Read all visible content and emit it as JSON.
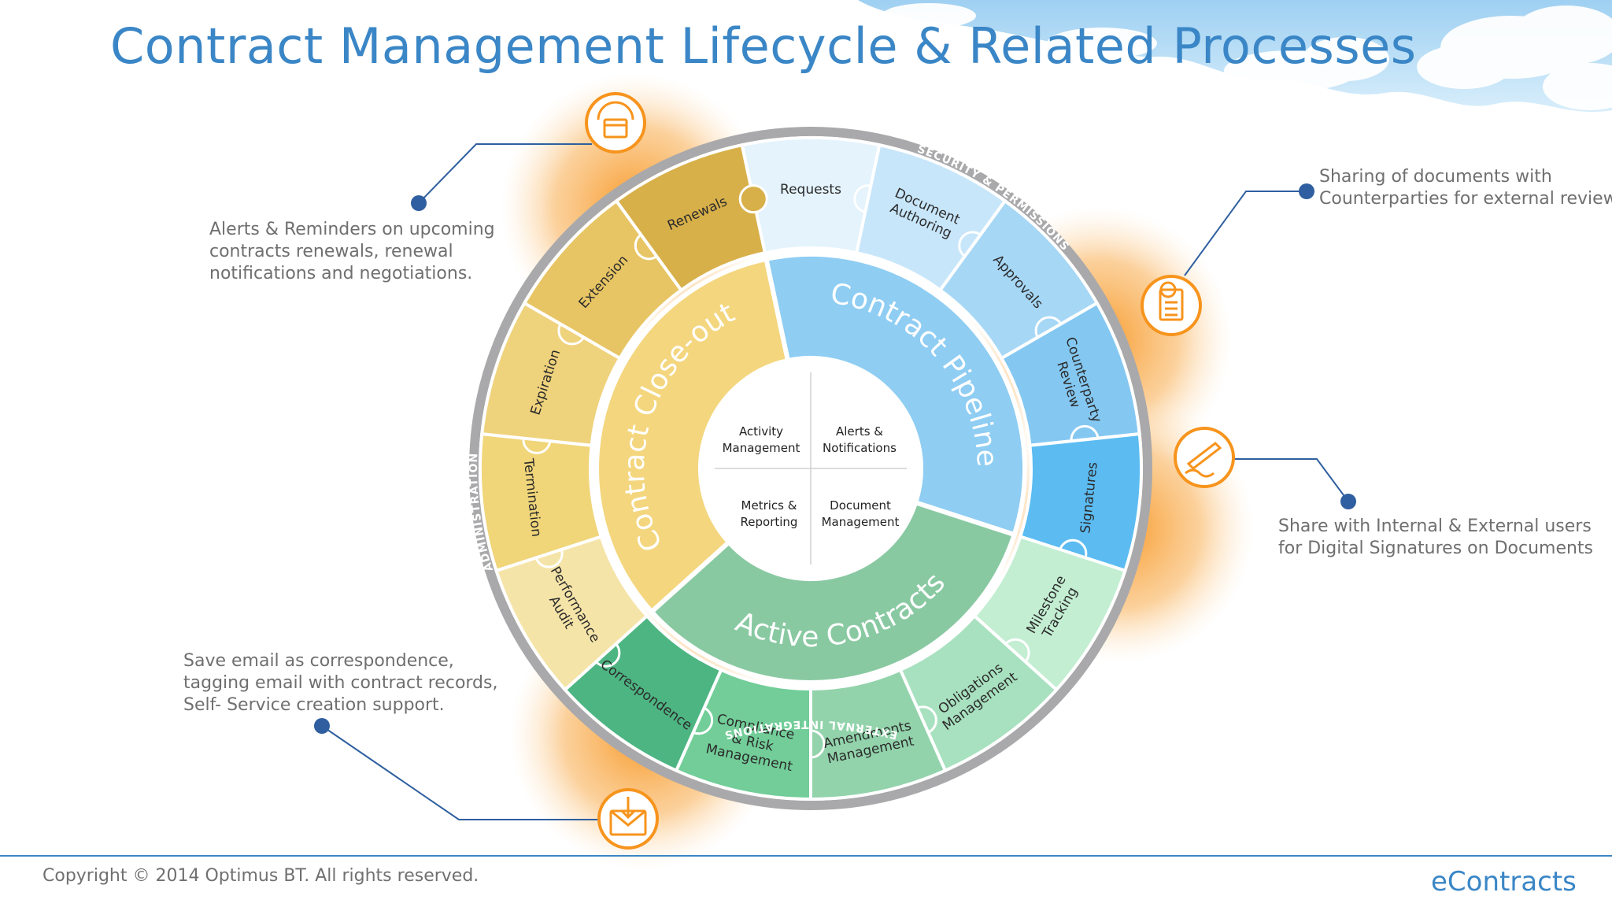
{
  "title": "Contract Management Lifecycle & Related Processes",
  "ring_labels": {
    "top": "SECURITY & PERMISSIONS",
    "left": "ADMINISTRATION",
    "bottom": "EXTERNAL INTEGRATIONS"
  },
  "stages": {
    "pipeline": "Contract Pipeline",
    "active": "Active Contracts",
    "closeout": "Contract Close-out"
  },
  "center": [
    {
      "lines": [
        "Activity",
        "Management"
      ]
    },
    {
      "lines": [
        "Alerts &",
        "Notifications"
      ]
    },
    {
      "lines": [
        "Metrics &",
        "Reporting"
      ]
    },
    {
      "lines": [
        "Document",
        "Management"
      ]
    }
  ],
  "outer_segments": [
    {
      "lines": [
        "Requests"
      ],
      "color": "#e4f3fc"
    },
    {
      "lines": [
        "Document",
        "Authoring"
      ],
      "color": "#c8e6fa"
    },
    {
      "lines": [
        "Approvals"
      ],
      "color": "#a6d7f5"
    },
    {
      "lines": [
        "Counterparty",
        "Review"
      ],
      "color": "#84c8f2"
    },
    {
      "lines": [
        "Signatures"
      ],
      "color": "#5cbcf2"
    },
    {
      "lines": [
        "Milestone",
        "Tracking"
      ],
      "color": "#c3eed2"
    },
    {
      "lines": [
        "Obligations",
        "Management"
      ],
      "color": "#a8e1bf"
    },
    {
      "lines": [
        "Amendments",
        "Management"
      ],
      "color": "#92d3ab"
    },
    {
      "lines": [
        "Compliance",
        "& Risk",
        "Management"
      ],
      "color": "#72cd98"
    },
    {
      "lines": [
        "Correspondence"
      ],
      "color": "#4db582"
    },
    {
      "lines": [
        "Performance",
        "Audit"
      ],
      "color": "#f5e4a8"
    },
    {
      "lines": [
        "Termination"
      ],
      "color": "#f0d579"
    },
    {
      "lines": [
        "Expiration"
      ],
      "color": "#efd27c"
    },
    {
      "lines": [
        "Extension"
      ],
      "color": "#e8c564"
    },
    {
      "lines": [
        "Renewals"
      ],
      "color": "#d8b04a"
    }
  ],
  "callouts": {
    "alerts": [
      "Alerts & Reminders on upcoming",
      "contracts renewals, renewal",
      "notifications and negotiations."
    ],
    "sharing": [
      "Sharing of documents with",
      "Counterparties for external review"
    ],
    "signatures": [
      "Share with Internal & External users",
      "for Digital Signatures on Documents"
    ],
    "email": [
      "Save email as correspondence,",
      "tagging email with contract records,",
      "Self- Service creation support."
    ]
  },
  "icons": [
    "calendar-clock-icon",
    "document-search-icon",
    "signature-pen-icon",
    "email-download-icon"
  ],
  "colors": {
    "title": "#3a86c6",
    "orange": "#f7941d",
    "pipeline": "#8fcdf3",
    "active": "#89c9a2",
    "closeout": "#f4d67e",
    "ring": "#a9a9ab"
  },
  "footer": {
    "copyright": "Copyright © 2014 Optimus BT. All rights reserved.",
    "brand": "eContracts"
  }
}
